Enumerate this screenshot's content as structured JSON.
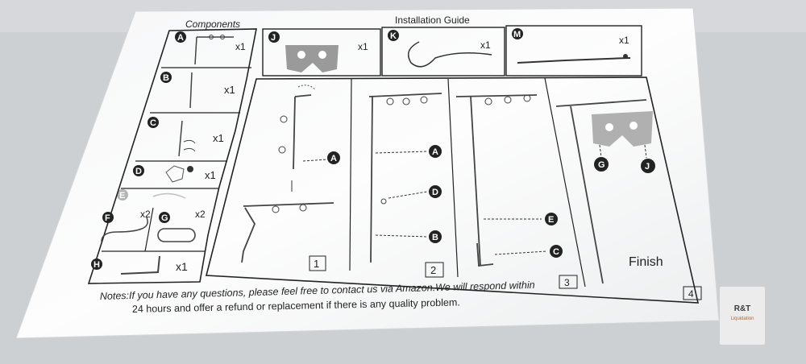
{
  "manual": {
    "components_title": "Components",
    "guide_title": "Installation Guide",
    "components": [
      {
        "letter": "A",
        "qty": "x1"
      },
      {
        "letter": "B",
        "qty": "x1"
      },
      {
        "letter": "C",
        "qty": "x1"
      },
      {
        "letter": "D",
        "qty": "x1"
      },
      {
        "letter": "E",
        "qty": ""
      },
      {
        "letter": "F",
        "qty": "x2"
      },
      {
        "letter": "G",
        "qty": "x2"
      },
      {
        "letter": "H",
        "qty": "x1"
      },
      {
        "letter": "J",
        "qty": "x1"
      },
      {
        "letter": "K",
        "qty": "x1"
      },
      {
        "letter": "M",
        "qty": "x1"
      }
    ],
    "steps": [
      {
        "number": "1",
        "callouts": [
          "A"
        ]
      },
      {
        "number": "2",
        "callouts": [
          "A",
          "D",
          "B"
        ]
      },
      {
        "number": "3",
        "callouts": [
          "E",
          "C"
        ]
      },
      {
        "number": "4",
        "callouts": [
          "G",
          "J"
        ],
        "finish_label": "Finish"
      }
    ],
    "notes_line1": "Notes:If you have any questions, please feel free to contact us via Amazon.We will respond within",
    "notes_line2": "24 hours and offer a refund or replacement if there is any quality problem."
  },
  "watermark": {
    "logo_text": "R&T",
    "sub_text": "Liquidation"
  },
  "colors": {
    "paper": "#fbfbfb",
    "ink": "#1e1e1e",
    "background": "#cfd2d5"
  }
}
